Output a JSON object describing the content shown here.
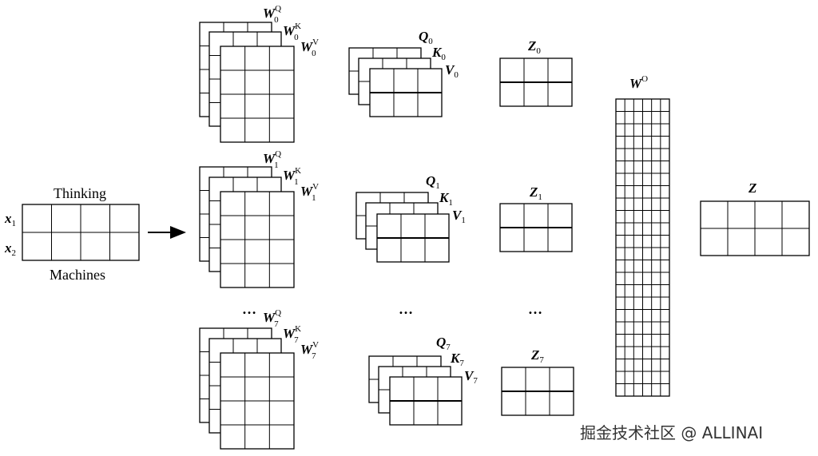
{
  "input": {
    "word_top": "Thinking",
    "word_bottom": "Machines",
    "row_labels": [
      {
        "base": "x",
        "sub": "1"
      },
      {
        "base": "x",
        "sub": "2"
      }
    ]
  },
  "heads": [
    {
      "weights": [
        {
          "base": "W",
          "sub": "0",
          "sup": "Q"
        },
        {
          "base": "W",
          "sub": "0",
          "sup": "K"
        },
        {
          "base": "W",
          "sub": "0",
          "sup": "V"
        }
      ],
      "qkv": [
        {
          "base": "Q",
          "sub": "0"
        },
        {
          "base": "K",
          "sub": "0"
        },
        {
          "base": "V",
          "sub": "0"
        }
      ],
      "z": {
        "base": "Z",
        "sub": "0"
      }
    },
    {
      "weights": [
        {
          "base": "W",
          "sub": "1",
          "sup": "Q"
        },
        {
          "base": "W",
          "sub": "1",
          "sup": "K"
        },
        {
          "base": "W",
          "sub": "1",
          "sup": "V"
        }
      ],
      "qkv": [
        {
          "base": "Q",
          "sub": "1"
        },
        {
          "base": "K",
          "sub": "1"
        },
        {
          "base": "V",
          "sub": "1"
        }
      ],
      "z": {
        "base": "Z",
        "sub": "1"
      }
    },
    {
      "weights": [
        {
          "base": "W",
          "sub": "7",
          "sup": "Q"
        },
        {
          "base": "W",
          "sub": "7",
          "sup": "K"
        },
        {
          "base": "W",
          "sub": "7",
          "sup": "V"
        }
      ],
      "qkv": [
        {
          "base": "Q",
          "sub": "7"
        },
        {
          "base": "K",
          "sub": "7"
        },
        {
          "base": "V",
          "sub": "7"
        }
      ],
      "z": {
        "base": "Z",
        "sub": "7"
      }
    }
  ],
  "ellipsis": "…",
  "output_weight": {
    "base": "W",
    "sup": "O"
  },
  "output": {
    "base": "Z"
  },
  "watermark": "掘金技术社区 @ ALLINAI"
}
